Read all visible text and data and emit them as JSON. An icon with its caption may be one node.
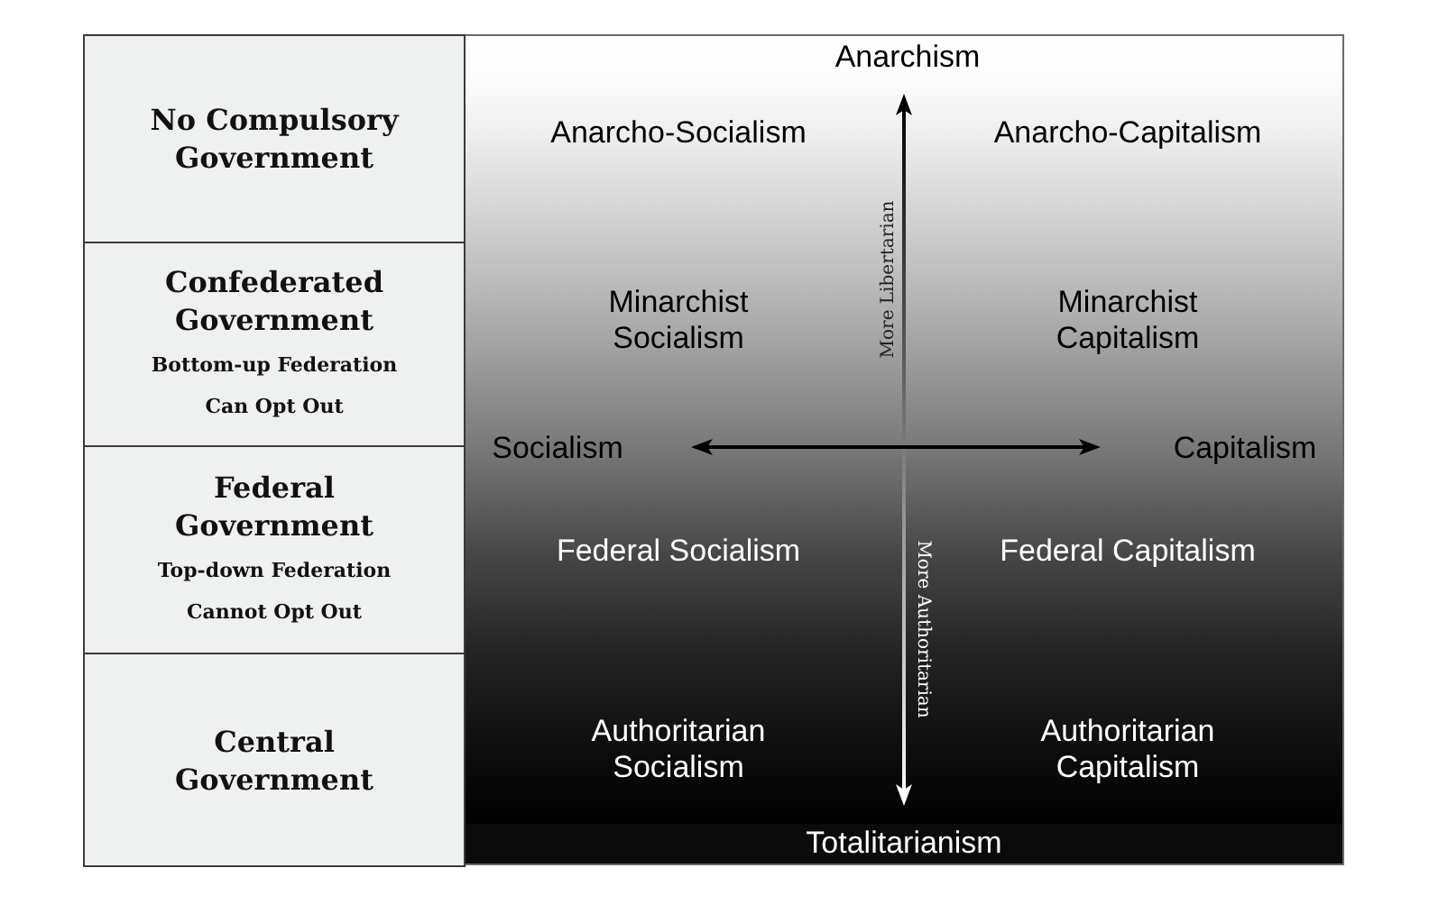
{
  "diagram": {
    "nodes": [
      {
        "text": [
          "No Compulsory Government"
        ]
      },
      {
        "text": [
          "Confederated Government",
          "Bottom-up Federation",
          "Can Opt Out"
        ]
      },
      {
        "text": [
          "Federal Government",
          "Top-down Federation",
          "Cannot Opt Out"
        ]
      },
      {
        "text": [
          "Central Government"
        ]
      },
      {
        "text": [
          "Totalitarianism"
        ]
      }
    ],
    "labels": [
      "Anarchism",
      "Anarcho-Socialism",
      "Anarcho-Capitalism",
      "More Libertarian",
      "Minarchist Socialism",
      "Minarchist Capitalism",
      "Socialism",
      "Capitalism",
      "Federal Socialism",
      "More Authoritarian",
      "Federal Capitalism",
      "Authoritarian Socialism",
      "Authoritarian Capitalism"
    ]
  }
}
